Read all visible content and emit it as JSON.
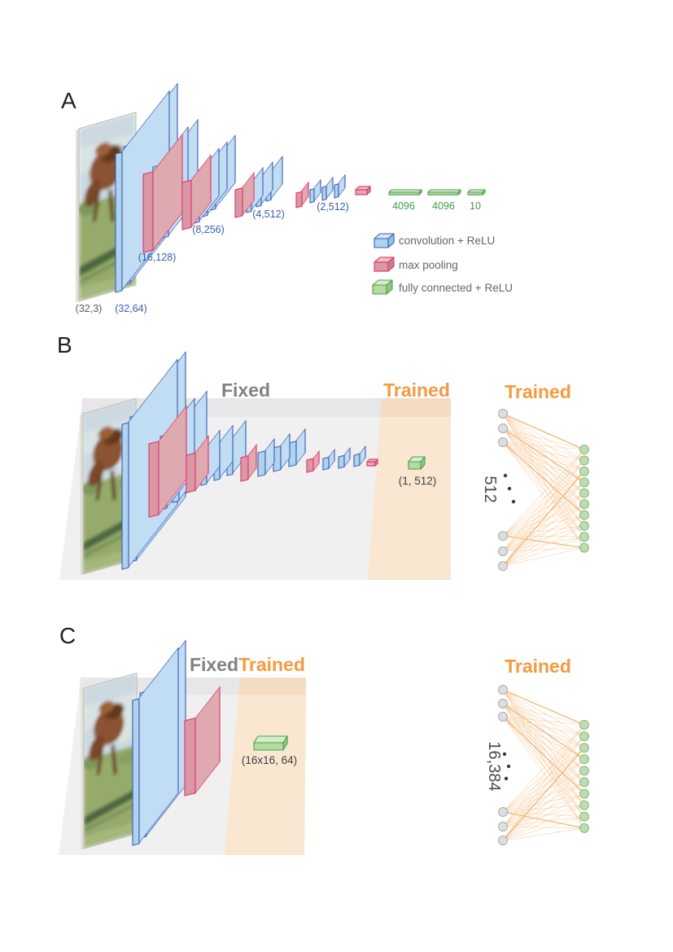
{
  "panels": {
    "a": {
      "label": "A",
      "input_label": "(32,3)",
      "layer_labels": [
        "(32,64)",
        "(16,128)",
        "(8,256)",
        "(4,512)",
        "(2,512)"
      ],
      "fc_labels": [
        "4096",
        "4096",
        "10"
      ],
      "legend": [
        {
          "swatch": "convolution-cube",
          "label": "convolution + ReLU",
          "color": "#c0ddf4"
        },
        {
          "swatch": "pooling-cube",
          "label": "max pooling",
          "color": "#dfa9b0"
        },
        {
          "swatch": "fully-connected-cube",
          "label": "fully connected + ReLU",
          "color": "#b4dba4"
        }
      ]
    },
    "b": {
      "label": "B",
      "fixed_label": "Fixed",
      "trained_label": "Trained",
      "feature_label": "(1, 512)",
      "network": {
        "title": "Trained",
        "input_count": "512",
        "input_nodes_shown": 6,
        "output_nodes_shown": 10
      }
    },
    "c": {
      "label": "C",
      "fixed_label": "Fixed",
      "trained_label": "Trained",
      "feature_label": "(16x16, 64)",
      "network": {
        "title": "Trained",
        "input_count": "16,384",
        "input_nodes_shown": 6,
        "output_nodes_shown": 10
      }
    }
  },
  "colors": {
    "convolution_fill": "#c0ddf4",
    "convolution_stroke": "#3b5dae",
    "pooling_fill": "#dfa9b0",
    "pooling_stroke": "#e33d72",
    "fully_connected_fill": "#b4dba4",
    "fully_connected_stroke": "#4d9e4d",
    "trained_text": "#f59a40",
    "fixed_text": "#828282",
    "fixed_region": "#f0f0f1",
    "trained_region": "#f9e7d1",
    "layer_label_text": "#3b5dae",
    "fc_label_text": "#3f9e4a",
    "network_edge": "#f8c795",
    "input_node_fill": "#dedede",
    "output_node_fill": "#bedbb2"
  }
}
